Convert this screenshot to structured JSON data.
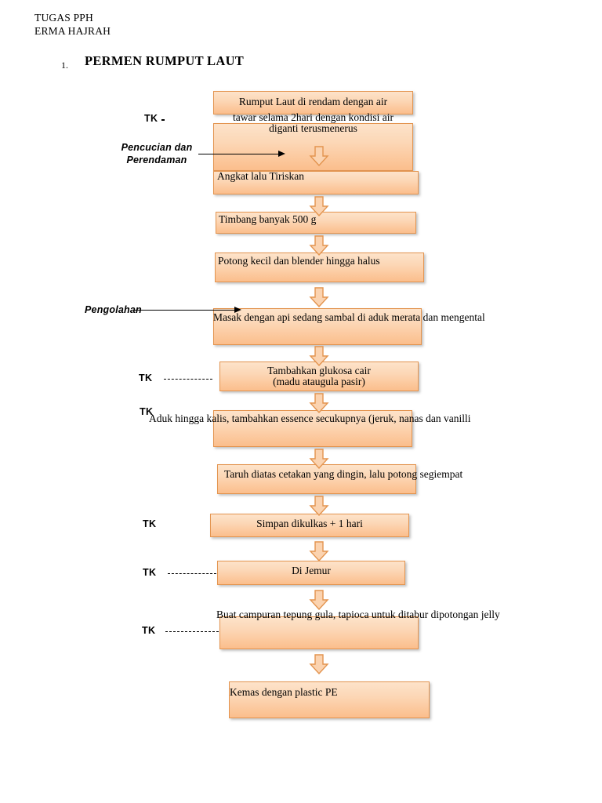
{
  "header": {
    "line1": "TUGAS PPH",
    "line2": "ERMA HAJRAH"
  },
  "title": {
    "number": "1.",
    "text": "PERMEN RUMPUT LAUT"
  },
  "colors": {
    "box_border": "#e3944f",
    "box_fill_top": "#fde3ca",
    "box_fill_bottom": "#fbbe8c",
    "arrow_border": "#e3944f",
    "arrow_fill": "#fbd3b0",
    "text": "#000000"
  },
  "callouts": [
    {
      "id": "pencucian",
      "line1": "Pencucian dan",
      "line2": "Perendaman"
    },
    {
      "id": "pengolahan",
      "line1": "Pengolahan",
      "line2": ""
    }
  ],
  "tk_labels": [
    {
      "id": "tk-1",
      "label": "TK",
      "has_dash": false
    },
    {
      "id": "tk-2",
      "label": "TK",
      "has_dash": true
    },
    {
      "id": "tk-3",
      "label": "TK",
      "has_dash": false
    },
    {
      "id": "tk-4",
      "label": "TK",
      "has_dash": false
    },
    {
      "id": "tk-5",
      "label": "TK",
      "has_dash": true
    },
    {
      "id": "tk-6",
      "label": "TK",
      "has_dash": true
    }
  ],
  "flow": {
    "steps": [
      {
        "id": "step-1",
        "text": "Rumput Laut di rendam dengan air",
        "align": "center"
      },
      {
        "id": "step-1b",
        "text": "tawar selama 2hari dengan kondisi air",
        "align": "center"
      },
      {
        "id": "step-1c",
        "text": "diganti terusmenerus",
        "align": "center"
      },
      {
        "id": "step-2",
        "text": "Angkat lalu Tiriskan",
        "align": "left"
      },
      {
        "id": "step-3",
        "text": "Timbang banyak 500 g",
        "align": "left"
      },
      {
        "id": "step-4",
        "text": "Potong kecil dan blender hingga halus",
        "align": "left"
      },
      {
        "id": "step-5",
        "text": "Masak dengan api sedang sambal di aduk merata dan mengental",
        "align": "center"
      },
      {
        "id": "step-6a",
        "text": "Tambahkan glukosa cair",
        "align": "center"
      },
      {
        "id": "step-6b",
        "text": "(madu ataugula pasir)",
        "align": "center"
      },
      {
        "id": "step-7",
        "text": "Aduk hingga kalis, tambahkan essence secukupnya (jeruk, nanas dan vanilli",
        "align": "left"
      },
      {
        "id": "step-8",
        "text": "Taruh diatas cetakan yang dingin, lalu potong segiempat",
        "align": "left"
      },
      {
        "id": "step-9",
        "text": "Simpan dikulkas + 1 hari",
        "align": "center"
      },
      {
        "id": "step-10",
        "text": "Di Jemur",
        "align": "center"
      },
      {
        "id": "step-11",
        "text": "Buat campuran tepung gula, tapioca untuk ditabur dipotongan jelly",
        "align": "left"
      },
      {
        "id": "step-12",
        "text": "Kemas dengan plastic PE",
        "align": "left"
      }
    ]
  }
}
